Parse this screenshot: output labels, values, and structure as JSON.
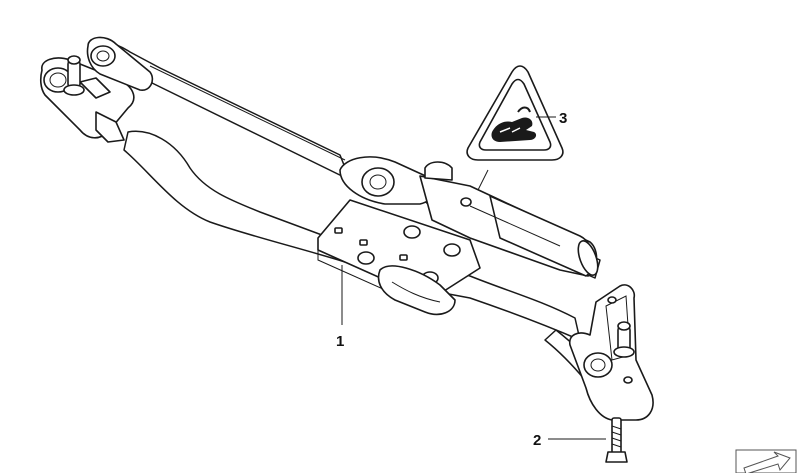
{
  "diagram": {
    "parts": [
      {
        "id": "wiper-linkage-with-motor",
        "callout": "1"
      },
      {
        "id": "hex-bolt",
        "callout": "2"
      },
      {
        "id": "warning-label-pinch-hazard",
        "callout": "3"
      }
    ],
    "icons": {
      "warning": "warning-triangle-hand-pinch-icon",
      "nav": "next-page-arrow-icon"
    },
    "colors": {
      "line": "#1a1a1a",
      "background": "#ffffff"
    }
  }
}
